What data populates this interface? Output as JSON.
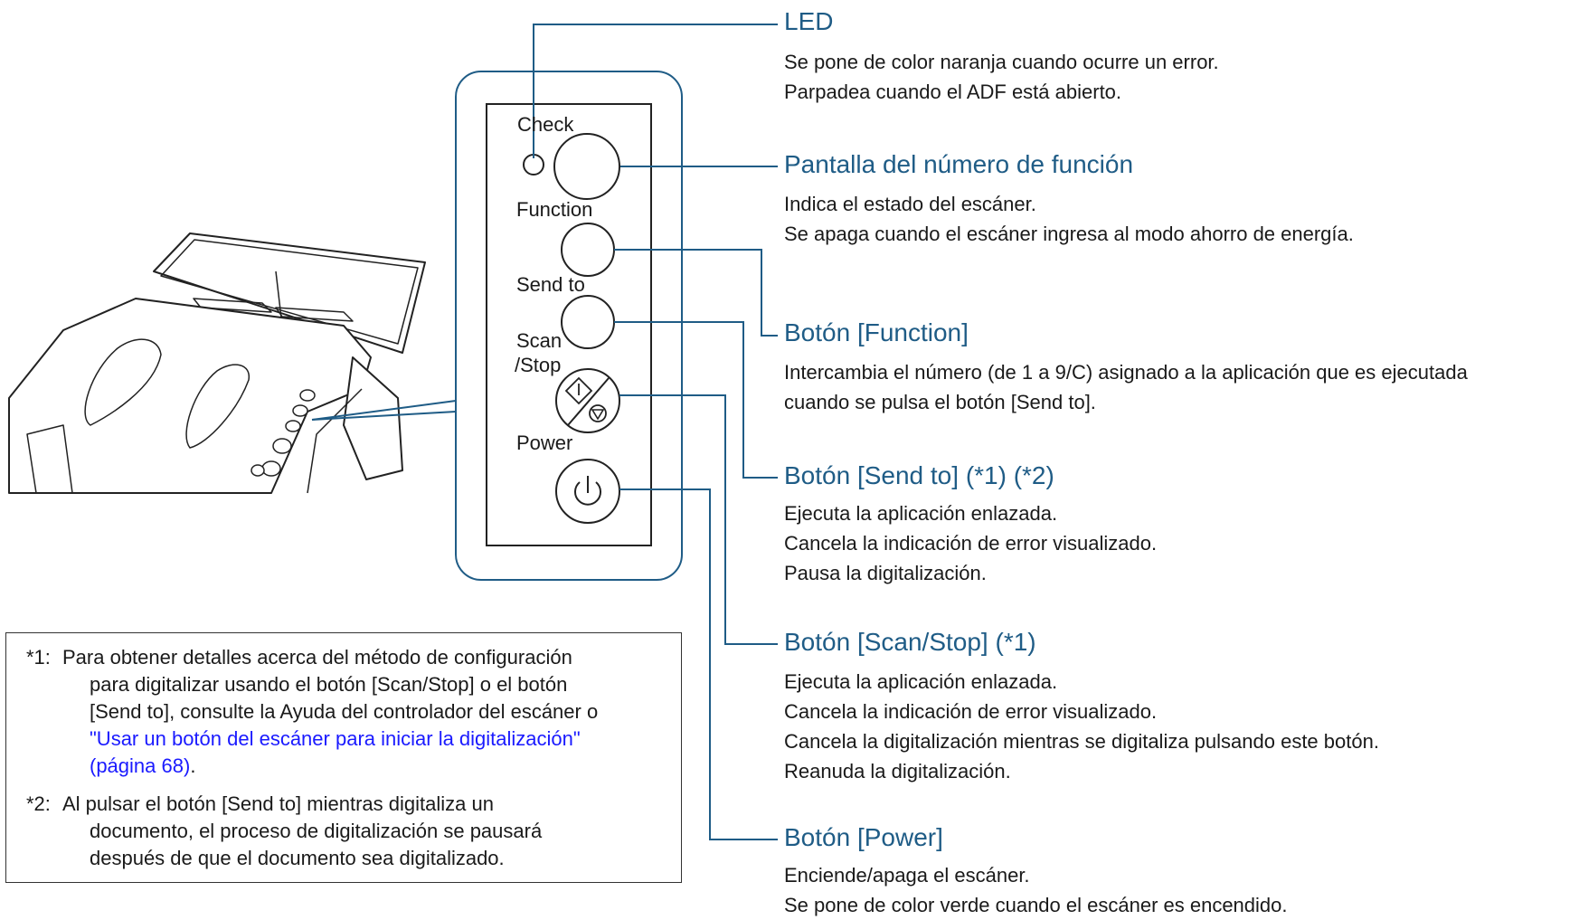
{
  "callouts": [
    {
      "title": "LED",
      "lines": [
        "Se pone de color naranja cuando ocurre un error.",
        "Parpadea cuando el ADF está abierto."
      ]
    },
    {
      "title": "Pantalla del número de función",
      "lines": [
        "Indica el estado del escáner.",
        "Se apaga cuando el escáner ingresa al modo ahorro de energía."
      ]
    },
    {
      "title": "Botón [Function]",
      "lines": [
        "Intercambia el número (de 1 a 9/C) asignado a la aplicación que es ejecutada",
        "cuando se pulsa el botón [Send to]."
      ]
    },
    {
      "title": "Botón [Send to] (*1) (*2)",
      "lines": [
        "Ejecuta la aplicación enlazada.",
        "Cancela la indicación de error visualizado.",
        "Pausa la digitalización."
      ]
    },
    {
      "title": "Botón [Scan/Stop] (*1)",
      "lines": [
        "Ejecuta la aplicación enlazada.",
        "Cancela la indicación de error visualizado.",
        "Cancela la digitalización mientras se digitaliza pulsando este botón.",
        "Reanuda la digitalización."
      ]
    },
    {
      "title": "Botón [Power]",
      "lines": [
        "Enciende/apaga el escáner.",
        "Se pone de color verde cuando el escáner es encendido."
      ]
    }
  ],
  "panel_labels": {
    "check": "Check",
    "function": "Function",
    "send_to": "Send to",
    "scan": "Scan",
    "stop": "/Stop",
    "power": "Power"
  },
  "notes": [
    {
      "mark": "*1:",
      "lines": [
        "Para obtener detalles acerca del método de configuración",
        "para digitalizar usando el botón [Scan/Stop] o el botón",
        "[Send to], consulte la Ayuda del controlador del escáner o"
      ],
      "link_lines": [
        "\"Usar un botón del escáner para iniciar la digitalización\"",
        "(página 68)"
      ],
      "link_suffix": "."
    },
    {
      "mark": "*2:",
      "lines": [
        "Al pulsar el botón [Send to] mientras digitaliza un",
        "documento, el proceso de digitalización se pausará",
        "después de que el documento sea digitalizado."
      ]
    }
  ],
  "colors": {
    "leader": "#1f5c86",
    "title": "#1f5c86",
    "link": "#1a1aff"
  }
}
